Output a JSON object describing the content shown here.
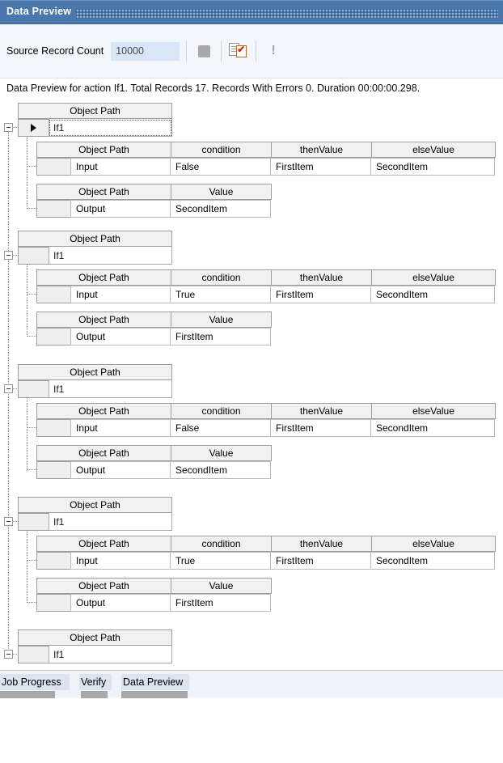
{
  "window": {
    "title": "Data Preview"
  },
  "toolbar": {
    "label": "Source Record Count",
    "value": "10000",
    "stop_icon": "stop-square",
    "validate_icon": "preview-with-check",
    "error_icon": "exclamation"
  },
  "summary": {
    "text": "Data Preview for action If1. Total Records 17. Records With Errors 0. Duration 00:00:00.298."
  },
  "grid": {
    "object_path_header": "Object Path",
    "groups": [
      {
        "node": "If1",
        "selected": true,
        "truncated": false,
        "input_table": {
          "headers": [
            "Object Path",
            "condition",
            "thenValue",
            "elseValue"
          ],
          "row": [
            "Input",
            "False",
            "FirstItem",
            "SecondItem"
          ]
        },
        "output_table": {
          "headers": [
            "Object Path",
            "Value"
          ],
          "row": [
            "Output",
            "SecondItem"
          ]
        }
      },
      {
        "node": "If1",
        "selected": false,
        "truncated": false,
        "input_table": {
          "headers": [
            "Object Path",
            "condition",
            "thenValue",
            "elseValue"
          ],
          "row": [
            "Input",
            "True",
            "FirstItem",
            "SecondItem"
          ]
        },
        "output_table": {
          "headers": [
            "Object Path",
            "Value"
          ],
          "row": [
            "Output",
            "FirstItem"
          ]
        }
      },
      {
        "node": "If1",
        "selected": false,
        "truncated": false,
        "input_table": {
          "headers": [
            "Object Path",
            "condition",
            "thenValue",
            "elseValue"
          ],
          "row": [
            "Input",
            "False",
            "FirstItem",
            "SecondItem"
          ]
        },
        "output_table": {
          "headers": [
            "Object Path",
            "Value"
          ],
          "row": [
            "Output",
            "SecondItem"
          ]
        }
      },
      {
        "node": "If1",
        "selected": false,
        "truncated": false,
        "input_table": {
          "headers": [
            "Object Path",
            "condition",
            "thenValue",
            "elseValue"
          ],
          "row": [
            "Input",
            "True",
            "FirstItem",
            "SecondItem"
          ]
        },
        "output_table": {
          "headers": [
            "Object Path",
            "Value"
          ],
          "row": [
            "Output",
            "FirstItem"
          ]
        }
      },
      {
        "node": "If1",
        "selected": false,
        "truncated": true
      }
    ]
  },
  "tabs": [
    {
      "label": "Job Progress",
      "active": false
    },
    {
      "label": "Verify",
      "active": false
    },
    {
      "label": "Data Preview",
      "active": true
    }
  ],
  "colors": {
    "titlebar": "#4a78ad",
    "field": "#d9e6f7",
    "header_cell": "#f1f1f1",
    "tabbar": "#eef3f9",
    "tab_label": "#dbe4ee",
    "tab_gray": "#a8a8a8",
    "check_red": "#c42b1c",
    "clip_brown": "#b06a2a"
  }
}
